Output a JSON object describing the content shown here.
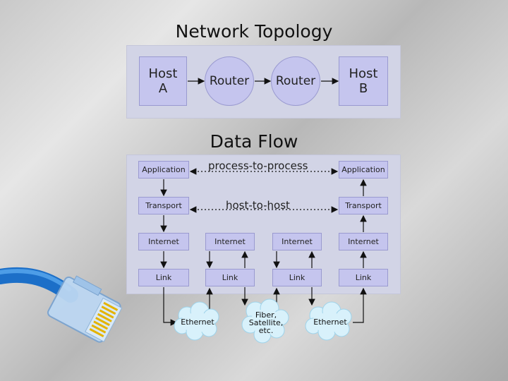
{
  "topology": {
    "title": "Network Topology",
    "host_a": "Host\nA",
    "router_1": "Router",
    "router_2": "Router",
    "host_b": "Host\nB"
  },
  "dataflow": {
    "title": "Data Flow",
    "process_label": "process-to-process",
    "host_label": "host-to-host",
    "stack_left": [
      "Application",
      "Transport",
      "Internet",
      "Link"
    ],
    "stack_right": [
      "Application",
      "Transport",
      "Internet",
      "Link"
    ],
    "router1_stack": [
      "Internet",
      "Link"
    ],
    "router2_stack": [
      "Internet",
      "Link"
    ],
    "media": [
      "Ethernet",
      "Fiber,\nSatellite,\netc.",
      "Ethernet"
    ]
  },
  "colors": {
    "box": "#c5c5ee",
    "panel": "#d2d4e6",
    "cable": "#2a7fd4"
  }
}
